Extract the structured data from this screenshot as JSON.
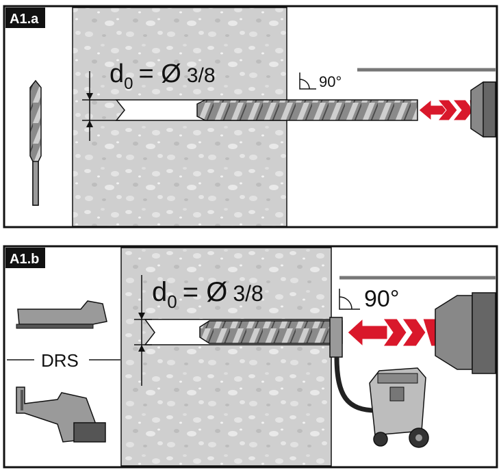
{
  "panels": [
    {
      "id": "a",
      "tag": "A1.a",
      "diameter_symbol": "d",
      "diameter_subscript": "0",
      "diameter_eq": "= Ø",
      "diameter_value": "3/8",
      "angle_label": "90°"
    },
    {
      "id": "b",
      "tag": "A1.b",
      "diameter_symbol": "d",
      "diameter_subscript": "0",
      "diameter_eq": "= Ø",
      "diameter_value": "3/8",
      "angle_label": "90°",
      "accessory_label": "DRS"
    }
  ],
  "colors": {
    "concrete": "#cfcfcf",
    "concrete_speck": "#e6e6e6",
    "arrow_red": "#d9182b",
    "frame": "#111111",
    "tag_bg": "#111111"
  }
}
